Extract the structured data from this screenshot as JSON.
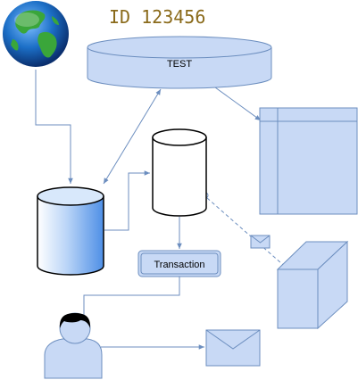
{
  "diagram": {
    "id_label": "ID 123456",
    "test_label": "TEST",
    "transaction_label": "Transaction"
  },
  "colors": {
    "accent_stroke": "#6c8ebf",
    "fill_light": "#c8d9f5",
    "globe_ocean": "#1c6fc7",
    "globe_land": "#3aa63a",
    "id_text": "#8a6a1a"
  },
  "icons": {
    "globe": "globe-icon",
    "database": "database-icon",
    "person": "user-icon",
    "envelope": "envelope-icon",
    "cube": "cube-icon"
  }
}
